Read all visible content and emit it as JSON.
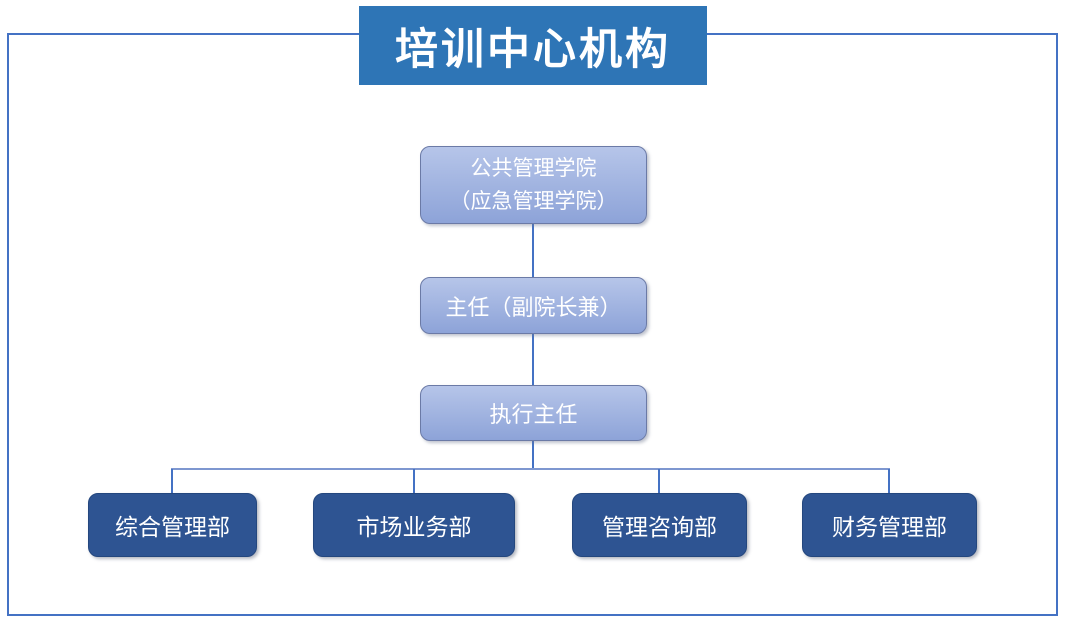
{
  "title": "培训中心机构",
  "org": {
    "root": {
      "line1": "公共管理学院",
      "line2": "（应急管理学院）"
    },
    "director": "主任（副院长兼）",
    "executive": "执行主任",
    "departments": [
      {
        "label": "综合管理部"
      },
      {
        "label": "市场业务部"
      },
      {
        "label": "管理咨询部"
      },
      {
        "label": "财务管理部"
      }
    ]
  },
  "colors": {
    "banner": "#2E75B6",
    "frame_border": "#4472C4",
    "connector": "#4472C4",
    "connector_light": "#7E97D0",
    "light_node_top": "#B6C5E9",
    "light_node_bottom": "#8DA3D8",
    "light_node_border": "#6B7AA6",
    "dark_node": "#2E5492",
    "dark_node_border": "#24477E",
    "text": "#FFFFFF"
  }
}
